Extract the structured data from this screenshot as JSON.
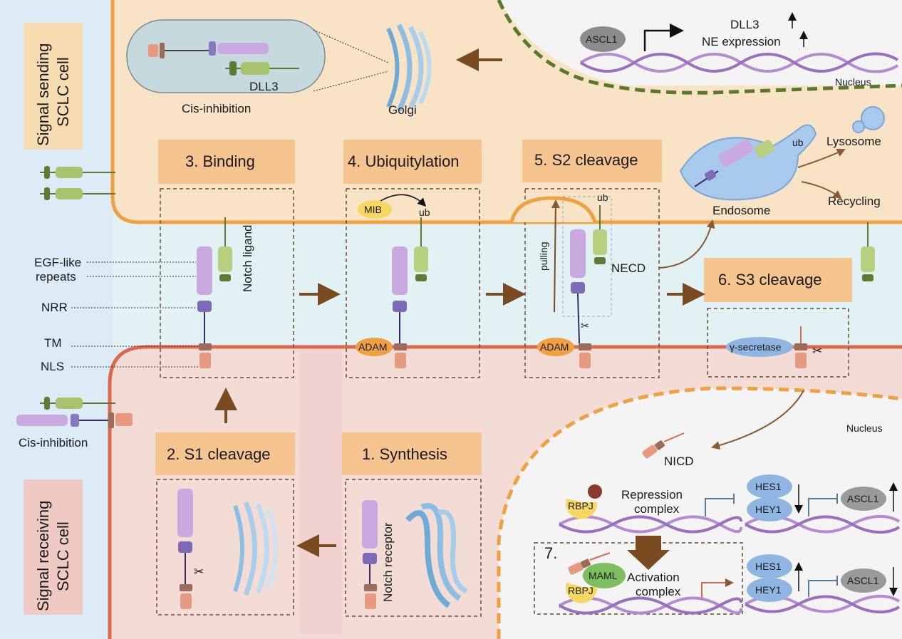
{
  "cells": {
    "sending": "Signal sending",
    "sending2": "SCLC cell",
    "receiving": "Signal receiving",
    "receiving2": "SCLC cell"
  },
  "steps": {
    "s1": "1. Synthesis",
    "s2": "2. S1 cleavage",
    "s3": "3. Binding",
    "s4": "4. Ubiquitylation",
    "s5": "5. S2 cleavage",
    "s6": "6. S3 cleavage",
    "s7": "7."
  },
  "labels": {
    "golgi": "Golgi",
    "dll3": "DLL3",
    "cis_top": "Cis-inhibition",
    "cis_left": "Cis-inhibition",
    "dll3_up": "DLL3",
    "ne_expr": "NE expression",
    "nucleus_top": "Nucleus",
    "nucleus_bottom": "Nucleus",
    "lysosome": "Lysosome",
    "endosome": "Endosome",
    "recycling": "Recycling",
    "egf1": "EGF-like",
    "egf2": "repeats",
    "nrr": "NRR",
    "tm": "TM",
    "nls": "NLS",
    "notch_ligand": "Notch ligand",
    "notch_receptor": "Notch receptor",
    "mib": "MIB",
    "ub": "ub",
    "ub2": "ub",
    "ub3": "ub",
    "pulling": "pulling",
    "necd": "NECD",
    "adam1": "ADAM",
    "adam2": "ADAM",
    "gsec": "γ-secretase",
    "nicd": "NICD",
    "rbpj1": "RBPJ",
    "rbpj2": "RBPJ",
    "maml": "MAML",
    "repression1": "Repression",
    "repression2": "complex",
    "activation1": "Activation",
    "activation2": "complex",
    "hes1_a": "HES1",
    "hey1_a": "HEY1",
    "hes1_b": "HES1",
    "hey1_b": "HEY1",
    "ascl1_top": "ASCL1",
    "ascl1_a": "ASCL1",
    "ascl1_b": "ASCL1"
  },
  "colors": {
    "sending_bg": "#f8e3c6",
    "receiving_bg": "#f3dcd5",
    "left_bg": "#dcebf6",
    "mid_bg": "#e2f1f4",
    "step_box": "#f6c48f",
    "orange_membrane": "#f0a040",
    "red_membrane": "#d9694f",
    "arrow": "#7a4a20",
    "purple": "#b79ad3",
    "green": "#b7cf7e",
    "dark_green": "#5f7a33",
    "dna_purple": "#b58ad0"
  }
}
